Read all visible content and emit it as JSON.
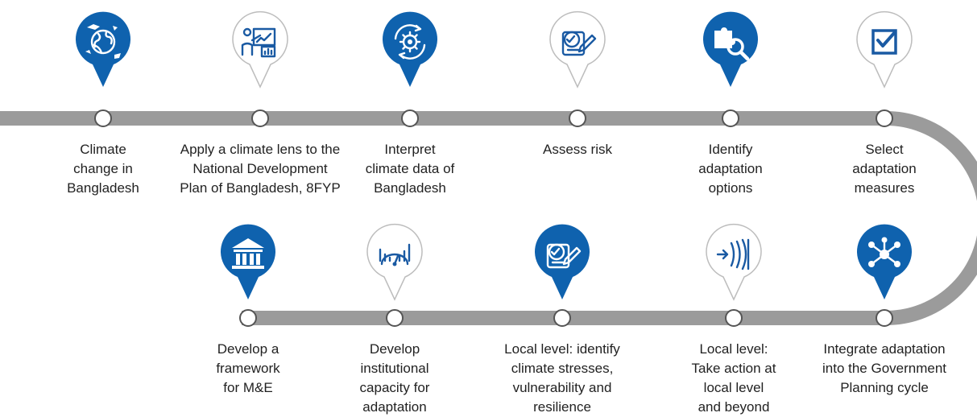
{
  "colors": {
    "track": "#9b9b9b",
    "pin_blue": "#0f62ae",
    "pin_outline": "#bdbdbd",
    "icon_dark": "#1a5aa3",
    "text": "#222222"
  },
  "top_steps": [
    {
      "name": "climate-change-step",
      "style": "filled",
      "icon": "globe-icon",
      "lines": [
        "Climate",
        "change in",
        "Bangladesh"
      ]
    },
    {
      "name": "climate-lens-step",
      "style": "outline",
      "icon": "presentation-icon",
      "lines": [
        "Apply a climate lens to the",
        "National Development",
        "Plan of Bangladesh, 8FYP"
      ]
    },
    {
      "name": "interpret-climate-data-step",
      "style": "filled",
      "icon": "gear-cycle-icon",
      "lines": [
        "Interpret",
        "climate data of",
        "Bangladesh"
      ]
    },
    {
      "name": "assess-risk-step",
      "style": "outline",
      "icon": "checklist-pencil-icon",
      "lines": [
        "Assess risk"
      ]
    },
    {
      "name": "identify-options-step",
      "style": "filled",
      "icon": "puzzle-search-icon",
      "lines": [
        "Identify",
        "adaptation",
        "options"
      ]
    },
    {
      "name": "select-measures-step",
      "style": "outline",
      "icon": "checkbox-icon",
      "lines": [
        "Select",
        "adaptation",
        "measures"
      ]
    }
  ],
  "bottom_steps": [
    {
      "name": "me-framework-step",
      "style": "filled",
      "icon": "institution-icon",
      "lines": [
        "Develop a",
        "framework",
        "for M&E"
      ]
    },
    {
      "name": "institutional-capacity-step",
      "style": "outline",
      "icon": "gauge-chart-icon",
      "lines": [
        "Develop",
        "institutional",
        "capacity for",
        "adaptation"
      ]
    },
    {
      "name": "local-stresses-step",
      "style": "filled",
      "icon": "checklist-pencil-icon",
      "lines": [
        "Local level: identify",
        "climate stresses,",
        "vulnerability and",
        "resilience"
      ]
    },
    {
      "name": "local-action-step",
      "style": "outline",
      "icon": "arrow-waves-icon",
      "lines": [
        "Local level:",
        "Take action at",
        "local level",
        "and beyond"
      ]
    },
    {
      "name": "integrate-planning-step",
      "style": "filled",
      "icon": "network-hub-icon",
      "lines": [
        "Integrate adaptation",
        "into the Government",
        "Planning cycle"
      ]
    }
  ]
}
